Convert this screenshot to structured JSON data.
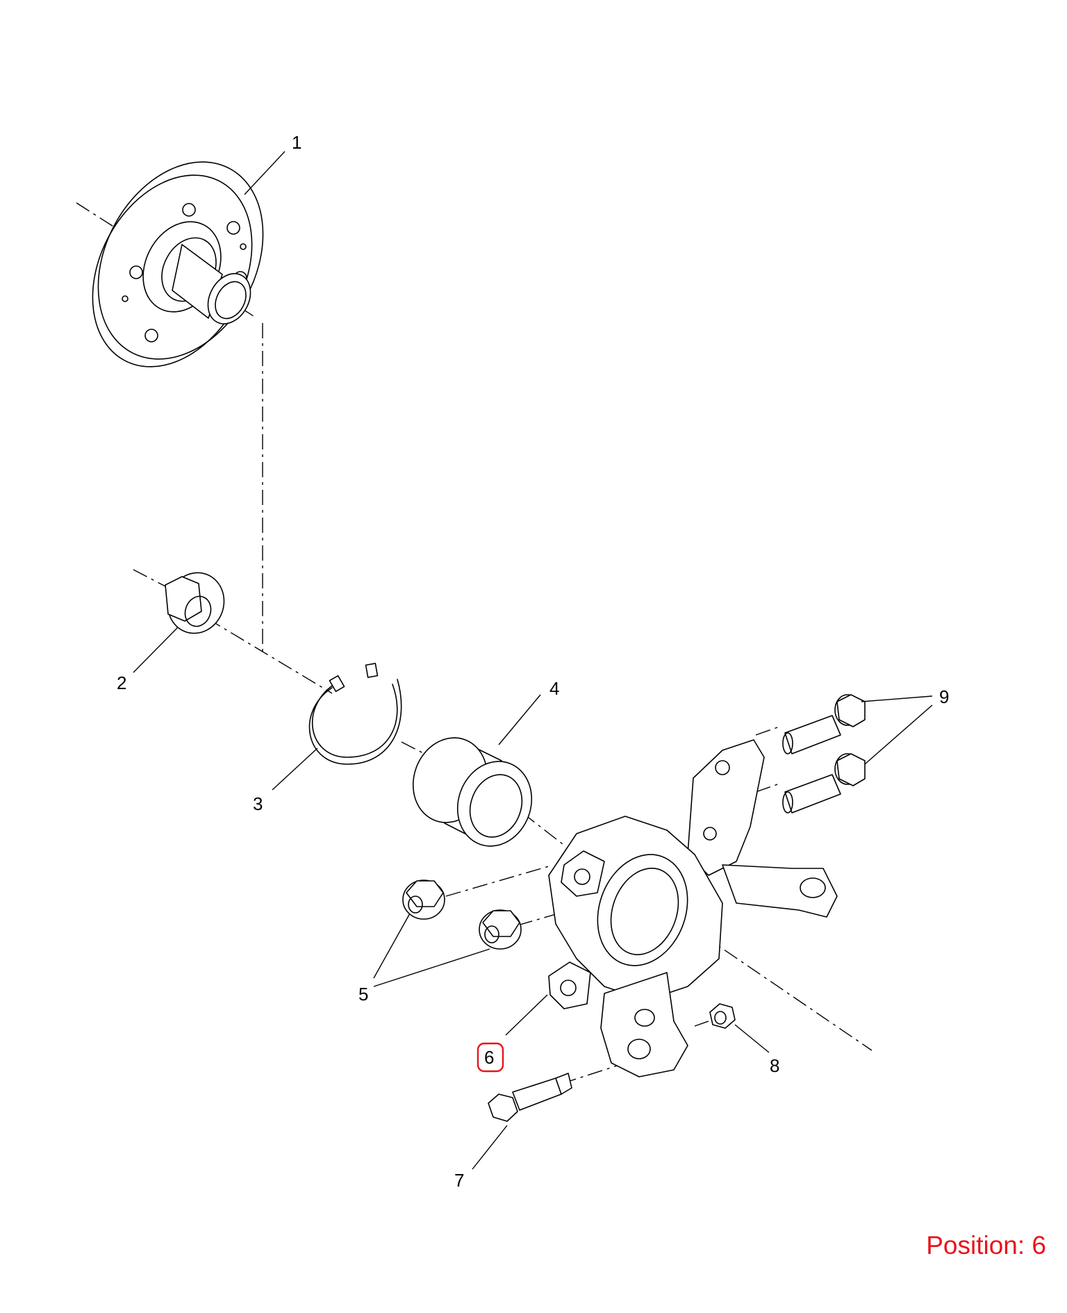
{
  "callouts": [
    {
      "id": "1",
      "label": "1"
    },
    {
      "id": "2",
      "label": "2"
    },
    {
      "id": "3",
      "label": "3"
    },
    {
      "id": "4",
      "label": "4"
    },
    {
      "id": "5",
      "label": "5"
    },
    {
      "id": "6",
      "label": "6",
      "highlighted": true
    },
    {
      "id": "7",
      "label": "7"
    },
    {
      "id": "8",
      "label": "8"
    },
    {
      "id": "9",
      "label": "9"
    }
  ],
  "highlight_color": "#e8141b",
  "position_label": "Position: 6"
}
